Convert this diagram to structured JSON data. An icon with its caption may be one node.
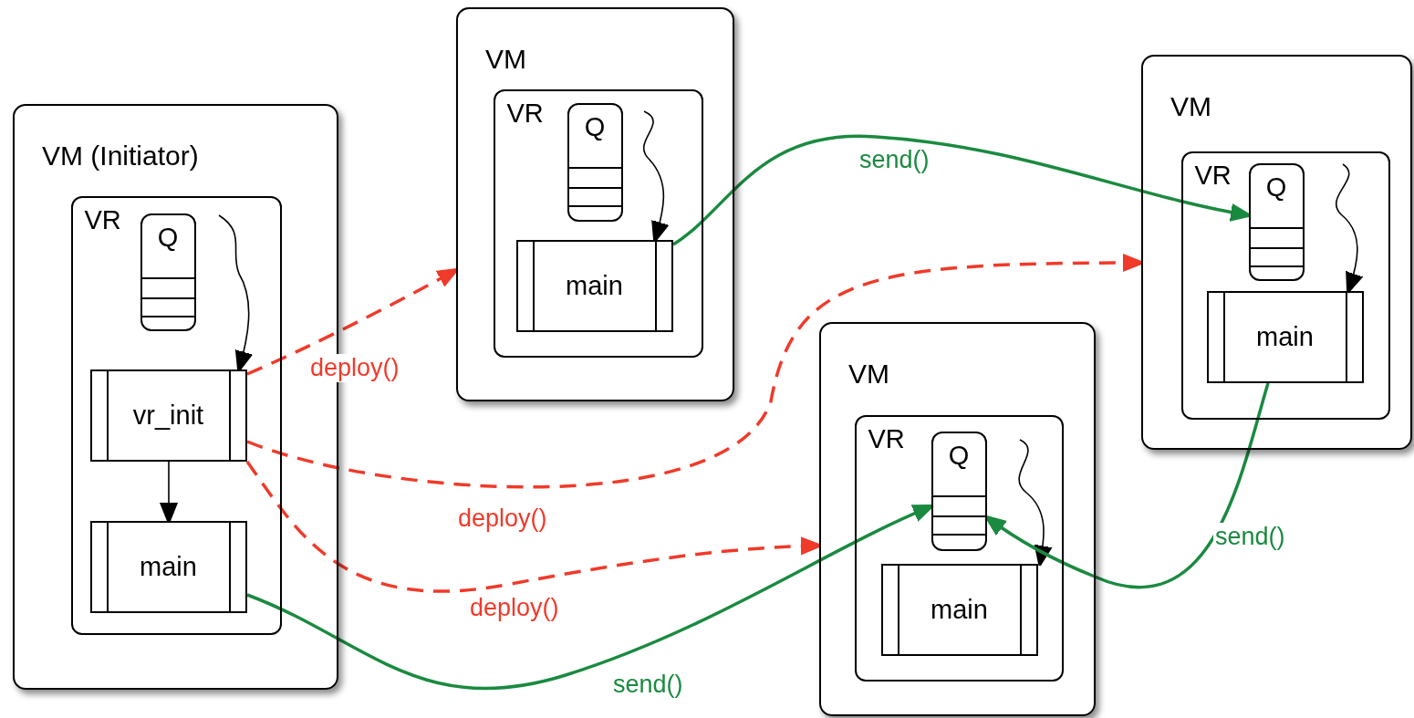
{
  "diagram": {
    "nodes": [
      {
        "text": [
          "VM (Initiator)"
        ]
      },
      {
        "text": [
          "VR"
        ],
        "in": 0
      },
      {
        "text": [
          "Q"
        ],
        "in": 1
      },
      {
        "text": [
          "vr_init"
        ],
        "in": 1
      },
      {
        "text": [
          "main"
        ],
        "in": 1
      },
      {
        "text": [
          "VM"
        ]
      },
      {
        "text": [
          "VR"
        ],
        "in": 5
      },
      {
        "text": [
          "Q"
        ],
        "in": 6
      },
      {
        "text": [
          "main"
        ],
        "in": 6
      },
      {
        "text": [
          "VM"
        ]
      },
      {
        "text": [
          "VR"
        ],
        "in": 9
      },
      {
        "text": [
          "Q"
        ],
        "in": 10
      },
      {
        "text": [
          "main"
        ],
        "in": 10
      },
      {
        "text": [
          "VM"
        ]
      },
      {
        "text": [
          "VR"
        ],
        "in": 13
      },
      {
        "text": [
          "Q"
        ],
        "in": 14
      },
      {
        "text": [
          "main"
        ],
        "in": 14
      }
    ],
    "edges": [
      {
        "from": null,
        "to": 3,
        "arrow": "to"
      },
      {
        "from": 3,
        "to": 4,
        "arrow": "to"
      },
      {
        "from": null,
        "to": 8,
        "arrow": "to"
      },
      {
        "from": null,
        "to": 12,
        "arrow": "to"
      },
      {
        "from": null,
        "to": 16,
        "arrow": "to"
      },
      {
        "from": 3,
        "to": 5,
        "arrow": "to",
        "label": "deploy()",
        "style": "dashed",
        "color": "#f03a2a"
      },
      {
        "from": 3,
        "to": 13,
        "arrow": "to",
        "label": "deploy()",
        "style": "dashed",
        "color": "#f03a2a"
      },
      {
        "from": 3,
        "to": 9,
        "arrow": "to",
        "label": "deploy()",
        "style": "dashed",
        "color": "#f03a2a"
      },
      {
        "from": 8,
        "to": 15,
        "arrow": "to",
        "label": "send()",
        "color": "#1a8a40"
      },
      {
        "from": 4,
        "to": 11,
        "arrow": "to",
        "label": "send()",
        "color": "#1a8a40"
      },
      {
        "from": 16,
        "to": 11,
        "arrow": "to",
        "label": "send()",
        "color": "#1a8a40"
      }
    ]
  }
}
